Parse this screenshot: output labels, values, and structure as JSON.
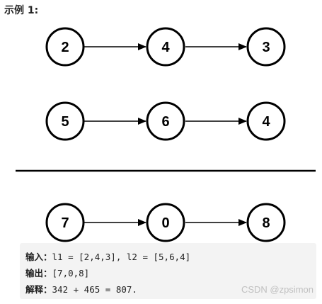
{
  "title": "示例 1:",
  "rows": [
    {
      "nodes": [
        "2",
        "4",
        "3"
      ]
    },
    {
      "nodes": [
        "5",
        "6",
        "4"
      ]
    },
    {
      "nodes": [
        "7",
        "0",
        "8"
      ]
    }
  ],
  "example": {
    "input_label": "输入：",
    "input_value": "l1 = [2,4,3], l2 = [5,6,4]",
    "output_label": "输出：",
    "output_value": "[7,0,8]",
    "explain_label": "解释：",
    "explain_value": "342 + 465 = 807."
  },
  "watermark": "CSDN @zpsimon"
}
